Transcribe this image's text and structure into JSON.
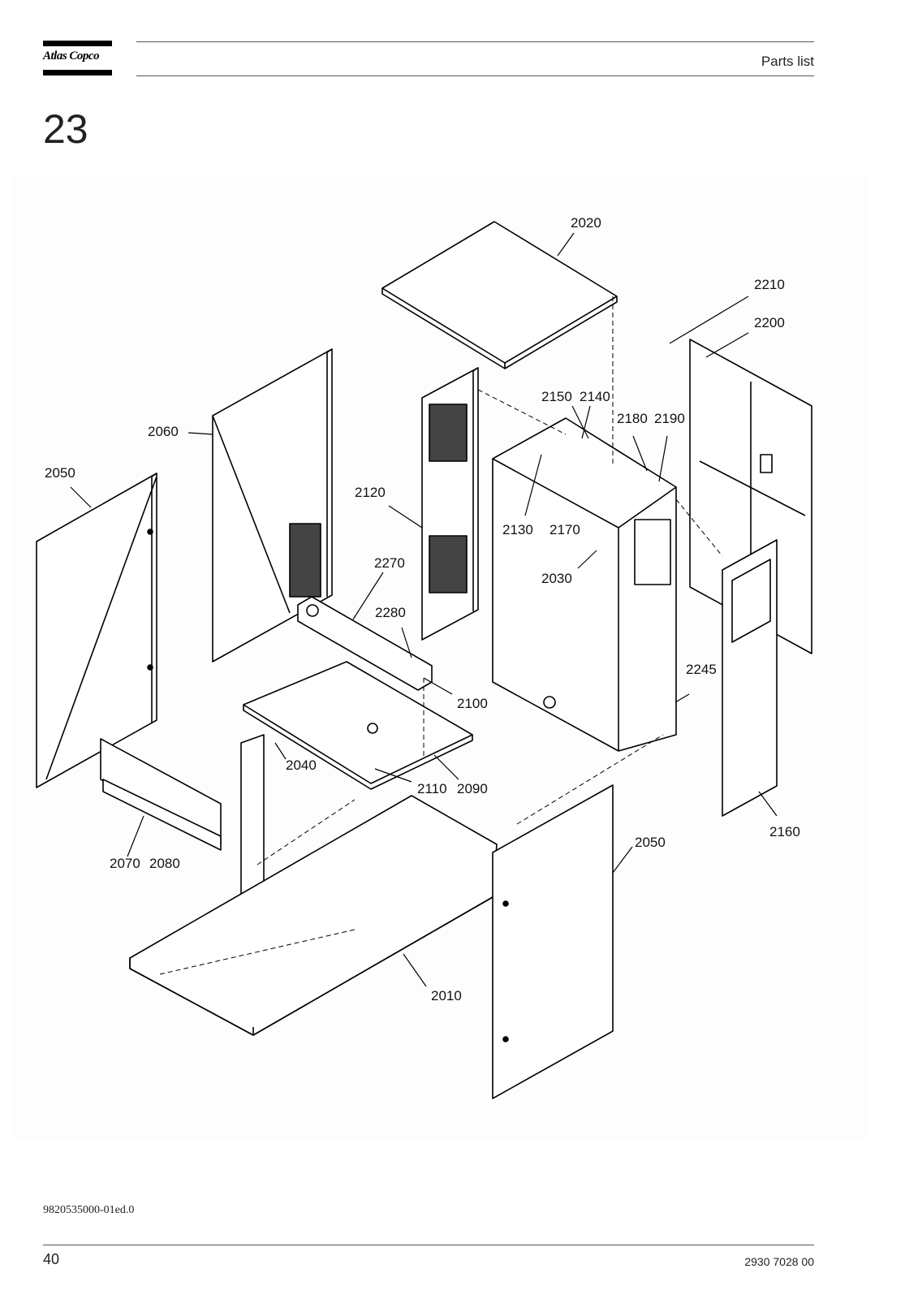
{
  "header": {
    "logo_text": "Atlas Copco",
    "section_title": "Parts list"
  },
  "chapter_number": "23",
  "callouts": [
    {
      "id": "c2020",
      "text": "2020"
    },
    {
      "id": "c2210",
      "text": "2210"
    },
    {
      "id": "c2200",
      "text": "2200"
    },
    {
      "id": "c2150",
      "text": "2150"
    },
    {
      "id": "c2140",
      "text": "2140"
    },
    {
      "id": "c2180",
      "text": "2180"
    },
    {
      "id": "c2190",
      "text": "2190"
    },
    {
      "id": "c2060",
      "text": "2060"
    },
    {
      "id": "c2050a",
      "text": "2050"
    },
    {
      "id": "c2120",
      "text": "2120"
    },
    {
      "id": "c2130",
      "text": "2130"
    },
    {
      "id": "c2170",
      "text": "2170"
    },
    {
      "id": "c2270",
      "text": "2270"
    },
    {
      "id": "c2030",
      "text": "2030"
    },
    {
      "id": "c2280",
      "text": "2280"
    },
    {
      "id": "c2245",
      "text": "2245"
    },
    {
      "id": "c2100",
      "text": "2100"
    },
    {
      "id": "c2040",
      "text": "2040"
    },
    {
      "id": "c2110",
      "text": "2110"
    },
    {
      "id": "c2090",
      "text": "2090"
    },
    {
      "id": "c2160",
      "text": "2160"
    },
    {
      "id": "c2050b",
      "text": "2050"
    },
    {
      "id": "c2070",
      "text": "2070"
    },
    {
      "id": "c2080",
      "text": "2080"
    },
    {
      "id": "c2010",
      "text": "2010"
    }
  ],
  "footer": {
    "document_id": "9820535000-01ed.0",
    "page_number": "40",
    "document_number": "2930 7028 00"
  }
}
